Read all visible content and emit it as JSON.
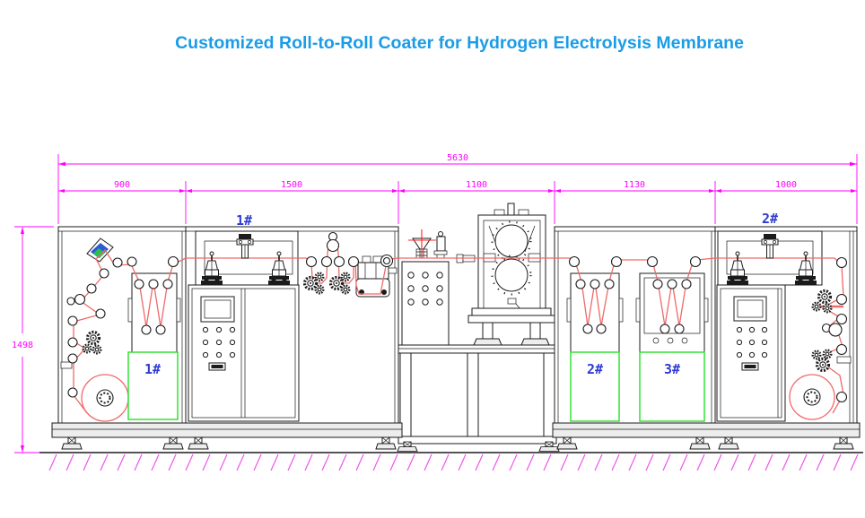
{
  "title": "Customized Roll-to-Roll Coater for Hydrogen Electrolysis Membrane",
  "dimensions": {
    "overall_width": "5630",
    "segments": [
      "900",
      "1500",
      "1100",
      "1130",
      "1000"
    ],
    "height": "1498"
  },
  "labels": {
    "coating_head_1": "1#",
    "coating_head_2": "2#",
    "oven_1": "1#",
    "oven_2": "2#",
    "oven_3": "3#"
  },
  "colors": {
    "title_blue": "#1b9ce6",
    "dimension_magenta": "#ff00ff",
    "hatch_magenta": "#ee55ee",
    "label_blue": "#2f3cd2",
    "web_red": "#ef6a6a",
    "green_box": "#33e333",
    "drawing_line": "#1b1b1b"
  }
}
